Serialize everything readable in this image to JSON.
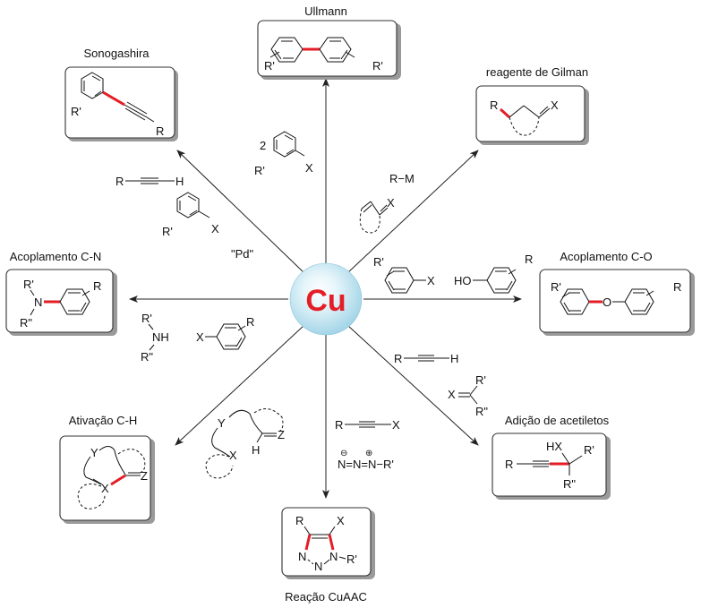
{
  "center": {
    "label": "Cu"
  },
  "colors": {
    "highlight_bond": "#e41e26",
    "center_sphere": "#bfe6f2",
    "center_label": "#e41e26"
  },
  "reactions": {
    "ullmann": {
      "title": "Ullmann",
      "sub1": "R'",
      "sub2": "R'",
      "reagent_coef": "2",
      "reagent_sub": "R'",
      "reagent_x": "X"
    },
    "sonogashira": {
      "title": "Sonogashira",
      "sub1": "R'",
      "sub2": "R",
      "reagent1_r": "R",
      "reagent1_h": "H",
      "reagent2_sub": "R'",
      "reagent2_x": "X",
      "catalyst": "\"Pd\""
    },
    "gilman": {
      "title": "reagente de Gilman",
      "r": "R",
      "x": "X",
      "reagent1": "R−M",
      "reagent2_x": "X"
    },
    "cn": {
      "title": "Acoplamento C-N",
      "r1": "R'",
      "n": "N",
      "r2": "R\"",
      "r": "R",
      "reagent_r1": "R'",
      "reagent_nh": "NH",
      "reagent_r2": "R\"",
      "reagent_x": "X",
      "reagent_r": "R"
    },
    "co": {
      "title": "Acoplamento C-O",
      "r1": "R'",
      "o": "O",
      "r": "R",
      "reagent_r1": "R'",
      "reagent_x": "X",
      "reagent_ho": "HO",
      "reagent_r": "R"
    },
    "ch": {
      "title": "Ativação C-H",
      "y": "Y",
      "x": "X",
      "z": "Z",
      "reagent_y": "Y",
      "reagent_x": "X",
      "reagent_z": "Z",
      "reagent_h": "H"
    },
    "cuaac": {
      "title": "Reação CuAAC",
      "r": "R",
      "x": "X",
      "n1": "N",
      "n2": "N",
      "n3": "N",
      "r1": "R'",
      "reagent1_r": "R",
      "reagent1_x": "X",
      "reagent2": "N=N=N−R'",
      "reagent2_minus": "⊖",
      "reagent2_plus": "⊕"
    },
    "acetylide": {
      "title": "Adição de acetiletos",
      "r": "R",
      "hx": "HX",
      "r1": "R'",
      "r2": "R\"",
      "reagent1_r": "R",
      "reagent1_h": "H",
      "reagent2_x": "X",
      "reagent2_r1": "R'",
      "reagent2_r2": "R\""
    }
  }
}
